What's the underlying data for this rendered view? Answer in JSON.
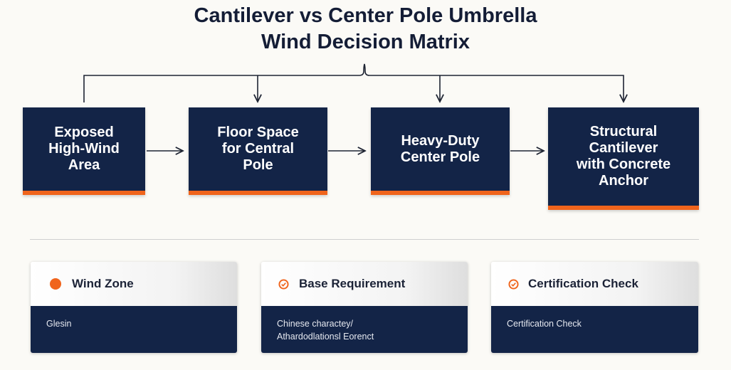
{
  "title": {
    "line1": "Cantilever vs Center Pole Umbrella",
    "line2": "Wind Decision Matrix"
  },
  "nodes": [
    {
      "lines": [
        "Exposed",
        "High-Wind",
        "Area"
      ]
    },
    {
      "lines": [
        "Floor Space",
        "for Central",
        "Pole"
      ]
    },
    {
      "lines": [
        "Heavy-Duty",
        "Center Pole"
      ]
    },
    {
      "lines": [
        "Structural",
        "Cantilever",
        "with Concrete",
        "Anchor"
      ]
    }
  ],
  "cards": [
    {
      "heading": "Wind Zone",
      "icon": "filled-circle-icon",
      "body": [
        "Glesin"
      ]
    },
    {
      "heading": "Base Requirement",
      "icon": "check-circle-icon",
      "body": [
        "Chinese charactey/",
        "Athardodlationsl Eorenct"
      ]
    },
    {
      "heading": "Certification Check",
      "icon": "check-circle-icon",
      "body": [
        "Certification Check"
      ]
    }
  ],
  "colors": {
    "navy": "#132447",
    "accent": "#f0641c",
    "title": "#141d36"
  }
}
